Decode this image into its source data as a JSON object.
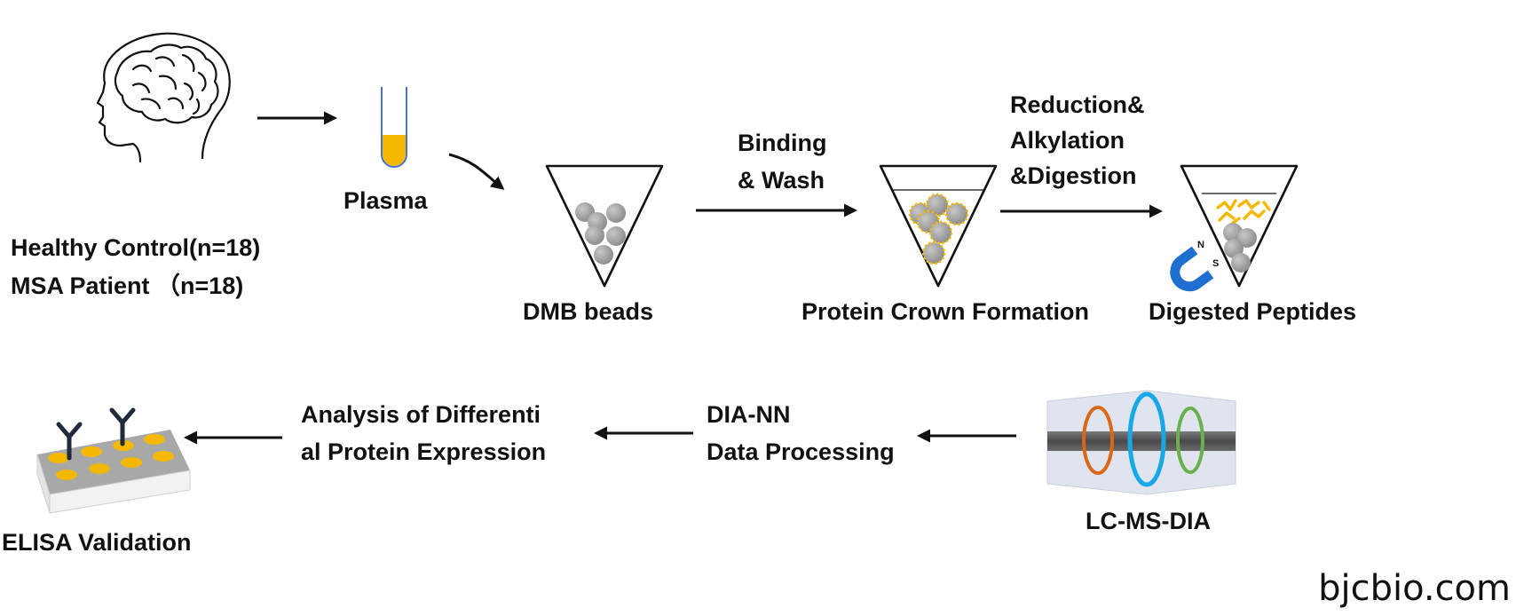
{
  "labels": {
    "groups": [
      "Healthy Control(n=18)",
      "MSA Patient （n=18)"
    ],
    "plasma": "Plasma",
    "dmb_beads": "DMB beads",
    "binding_wash": [
      "Binding",
      "& Wash"
    ],
    "reduction": [
      "Reduction&",
      "Alkylation",
      "&Digestion"
    ],
    "protein_crown": "Protein Crown Formation",
    "digested_peptides": "Digested Peptides",
    "lcms": "LC-MS-DIA",
    "dia_nn": [
      "DIA-NN",
      "Data Processing"
    ],
    "analysis": [
      "Analysis of Differenti",
      "al Protein Expression"
    ],
    "elisa": "ELISA Validation",
    "magnet_n": "N",
    "magnet_s": "S"
  },
  "watermark": "bjcbio.com",
  "colors": {
    "plasma": "#f5b800",
    "tube_wall": "#4a6fd6",
    "bead": "#9b9b9b",
    "bead_halo": "#f5b800",
    "peptide": "#f5b800",
    "magnet": "#1f6fd1",
    "ring_orange": "#d9681a",
    "ring_blue": "#18a8e6",
    "ring_green": "#6ab04c",
    "lcms_bar": "#5f5f5f",
    "lcms_box": "#dfe4ee",
    "antibody": "#1f2a3a",
    "plate_top": "#a8a8a8",
    "plate_side": "#f2f2f2",
    "well": "#f5b800"
  }
}
